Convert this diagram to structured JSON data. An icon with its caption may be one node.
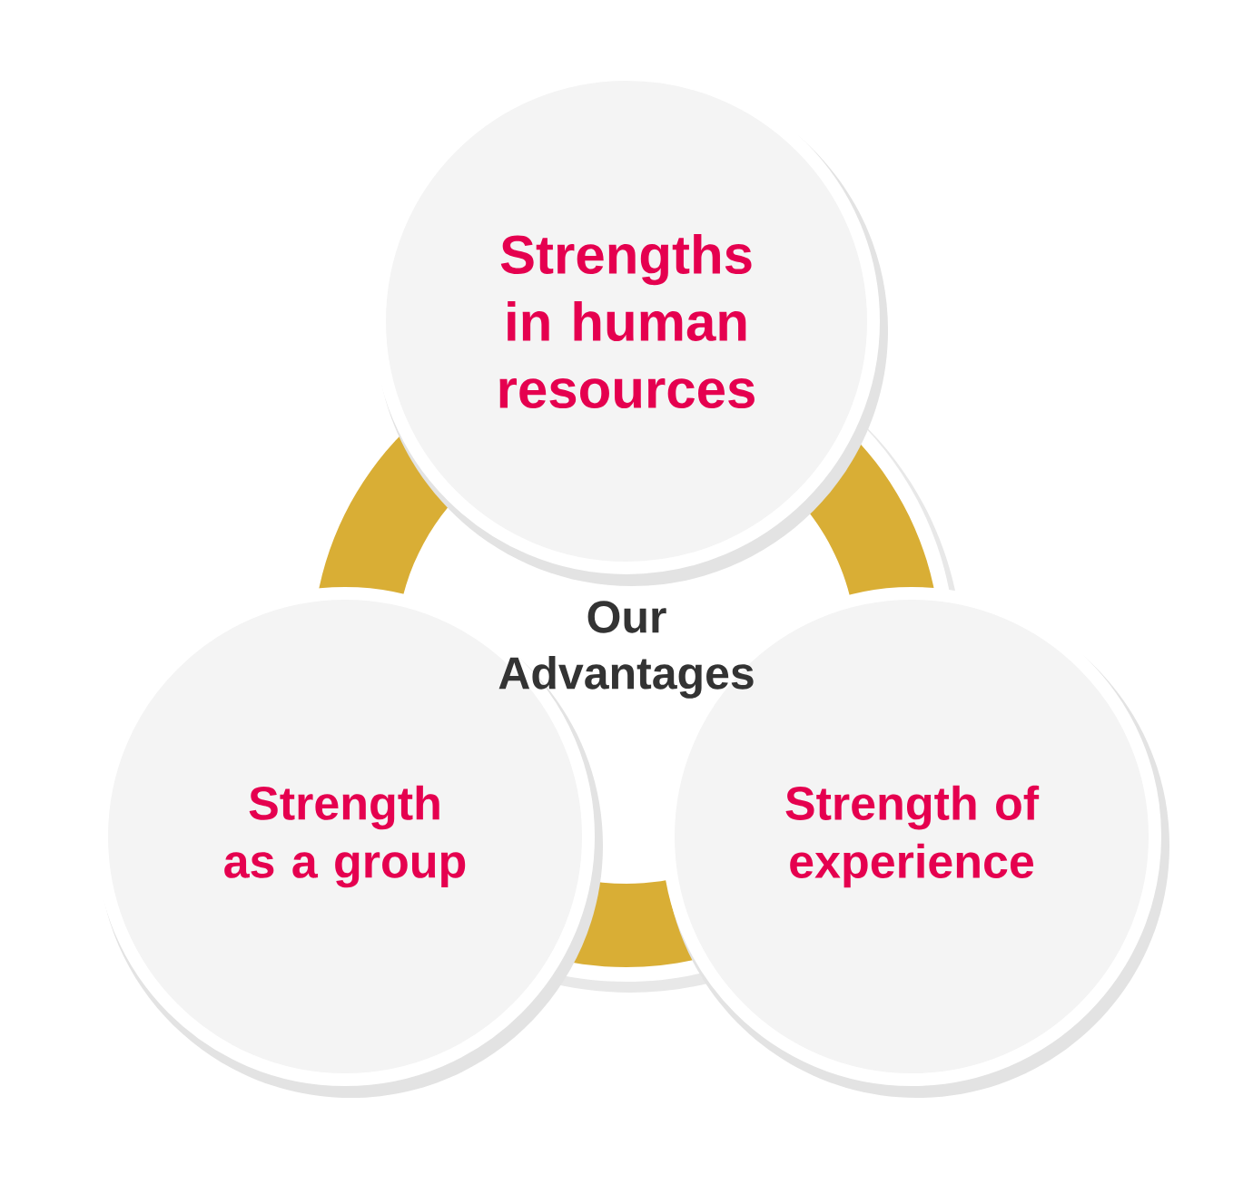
{
  "diagram": {
    "nodes": [
      {
        "text": [
          "Our Advantages"
        ]
      },
      {
        "text": [
          "Strengths in human resources"
        ]
      },
      {
        "text": [
          "Strength as a group"
        ]
      },
      {
        "text": [
          "Strength of experience"
        ]
      }
    ]
  }
}
